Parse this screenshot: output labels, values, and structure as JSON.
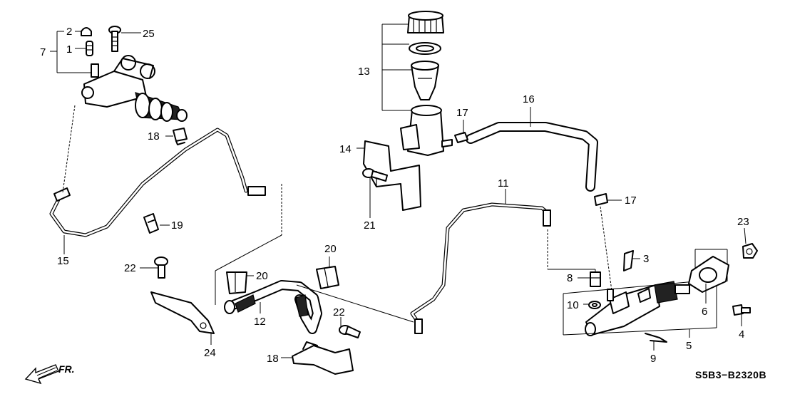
{
  "diagram": {
    "code": "S5B3−B2320B",
    "direction_label": "FR.",
    "callouts": [
      "1",
      "2",
      "3",
      "4",
      "5",
      "6",
      "7",
      "8",
      "9",
      "10",
      "11",
      "12",
      "13",
      "14",
      "15",
      "16",
      "17",
      "17",
      "18",
      "18",
      "19",
      "20",
      "20",
      "21",
      "22",
      "22",
      "23",
      "24",
      "25"
    ]
  },
  "icons": {
    "direction_arrow": "front-direction-arrow-icon"
  }
}
